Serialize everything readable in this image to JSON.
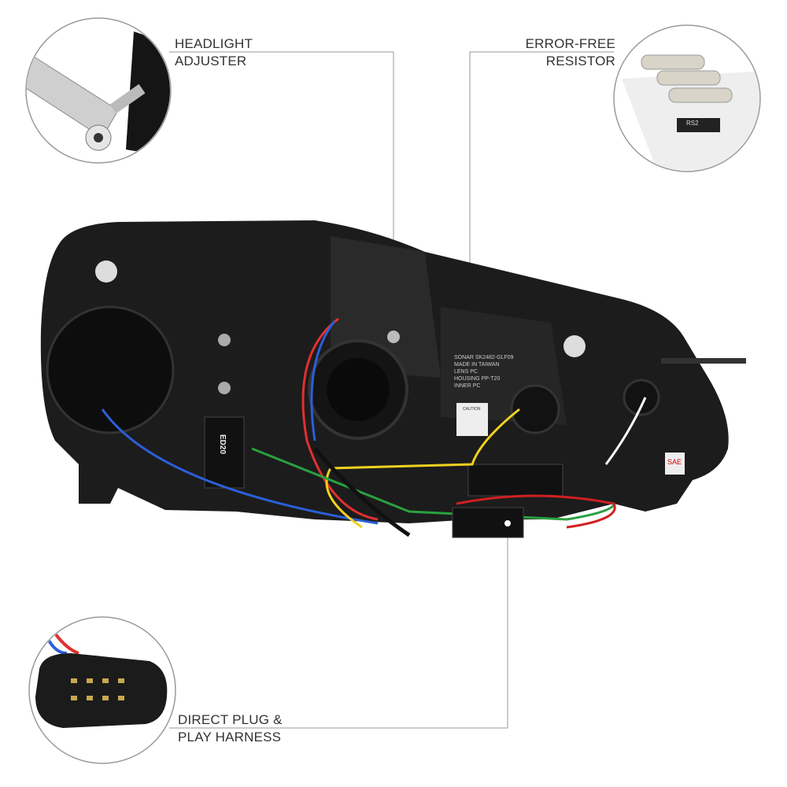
{
  "callouts": {
    "headlight_adjuster": {
      "line1": "HEADLIGHT",
      "line2": "ADJUSTER"
    },
    "error_free_resistor": {
      "line1": "ERROR-FREE",
      "line2": "RESISTOR"
    },
    "harness": {
      "line1": "DIRECT PLUG &",
      "line2": "PLAY HARNESS"
    }
  },
  "housing_labels": {
    "sticker": [
      "SONAR SK2482-GLF09",
      "MADE IN TAIWAN",
      "LENS PC",
      "HOUSING PP-T20",
      "INNER PC"
    ],
    "module": "ED20",
    "sae": "SAE",
    "caution": "CAUTION",
    "resistor_code": "RS2"
  },
  "colors": {
    "callout_line": "#9a9a9a",
    "housing": "#1c1c1c",
    "label_text": "#333333"
  }
}
